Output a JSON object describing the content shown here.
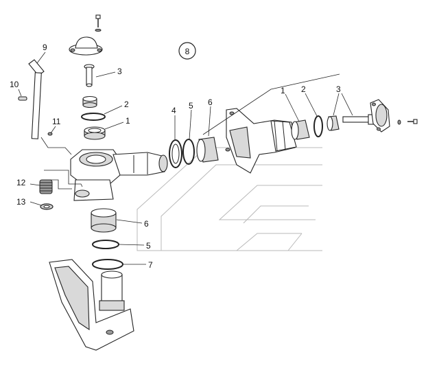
{
  "diagram": {
    "group_number": "8",
    "callouts": {
      "c9": "9",
      "c3_top": "3",
      "c2_top": "2",
      "c1_top": "1",
      "c10": "10",
      "c11": "11",
      "c12": "12",
      "c13": "13",
      "c6_bottom": "6",
      "c5_bottom": "5",
      "c7": "7",
      "c4": "4",
      "c5_mid": "5",
      "c6_mid": "6",
      "c1_right": "1",
      "c2_right": "2",
      "c3_right": "3"
    }
  }
}
